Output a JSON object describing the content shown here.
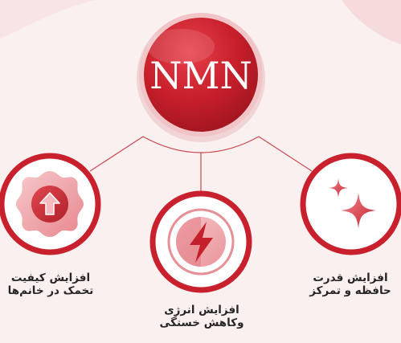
{
  "center": {
    "title": "NMN"
  },
  "benefits": [
    {
      "line1": "افزایش کیفیت",
      "line2": "تخمک در خانم‌ها",
      "icon": "arrow-up-badge-icon"
    },
    {
      "line1": "افزایش انرژی",
      "line2": "وکاهش خستگی",
      "icon": "lightning-bolt-icon"
    },
    {
      "line1": "افزایش قدرت",
      "line2": "حافظه و تمرکز",
      "icon": "sparkle-stars-icon"
    }
  ],
  "colors": {
    "background": "#fbf0f0",
    "accent": "#c8202c",
    "accent_light": "#f2bcbf",
    "connector": "#c9474f",
    "text": "#262626"
  }
}
